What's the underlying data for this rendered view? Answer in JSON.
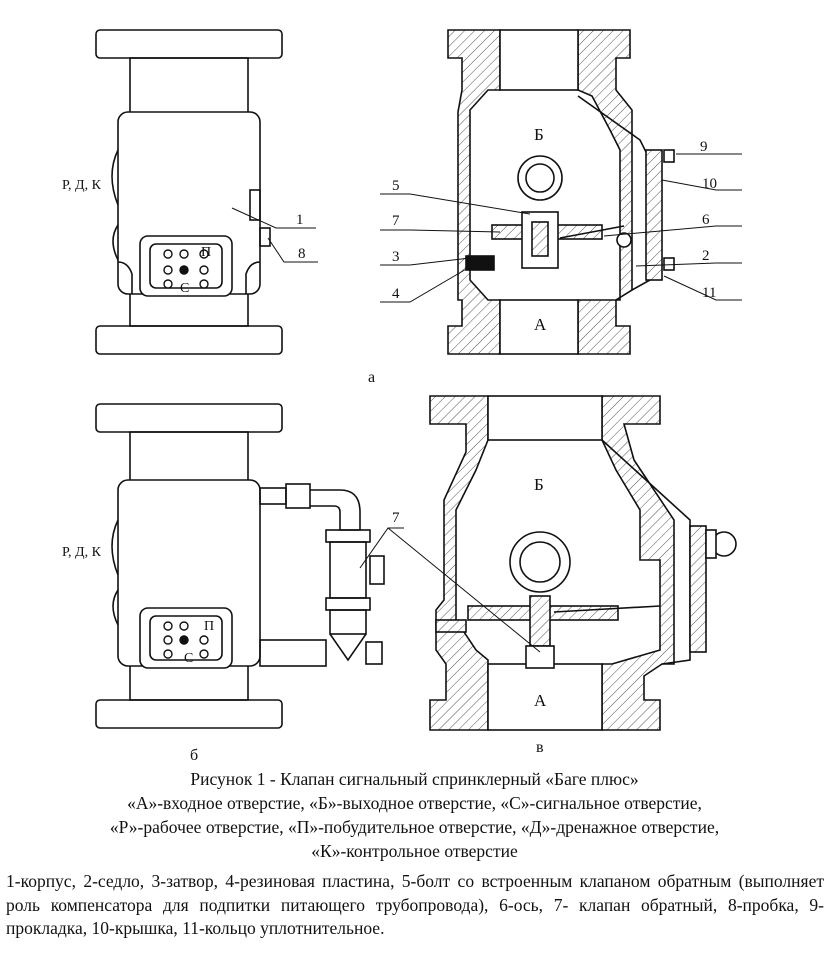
{
  "figure": {
    "view_labels": {
      "a": "а",
      "b": "б",
      "v": "в"
    },
    "port_labels": {
      "rdk_1": "Р, Д, К",
      "rdk_2": "Р, Д, К",
      "p_1": "П",
      "s_1": "С",
      "p_2": "П",
      "s_2": "С"
    },
    "chamber_labels": {
      "b_top_1": "Б",
      "a_bottom_1": "А",
      "b_top_2": "Б",
      "a_bottom_2": "А"
    },
    "callouts": {
      "n1": "1",
      "n2": "2",
      "n3": "3",
      "n4": "4",
      "n5": "5",
      "n6": "6",
      "n7a": "7",
      "n7b": "7",
      "n8": "8",
      "n9": "9",
      "n10": "10",
      "n11": "11"
    }
  },
  "caption": {
    "title": "Рисунок 1 - Клапан сигнальный спринклерный «Баге плюс»",
    "line2": "«А»-входное отверстие, «Б»-выходное отверстие, «С»-сигнальное отверстие,",
    "line3": "«Р»-рабочее отверстие, «П»-побудительное отверстие, «Д»-дренажное отверстие,",
    "line4": "«К»-контрольное отверстие"
  },
  "legend": {
    "text": "1-корпус, 2-седло, 3-затвор, 4-резиновая пластина, 5-болт со встроенным клапаном обратным (выполняет роль компенсатора для подпитки питающего трубопровода), 6-ось, 7- клапан обратный, 8-пробка, 9-прокладка, 10-крышка, 11-кольцо уплотнительное."
  },
  "colors": {
    "line": "#111111",
    "hatch": "#555555",
    "paper": "#ffffff"
  }
}
